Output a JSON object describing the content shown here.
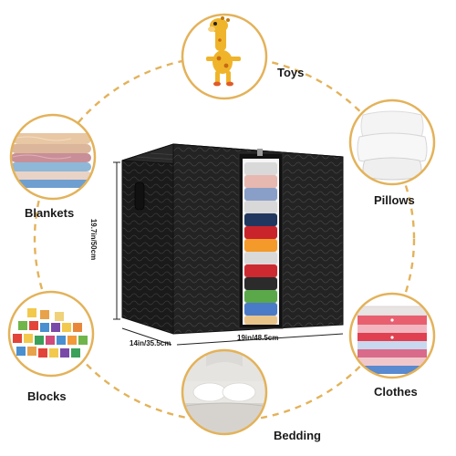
{
  "labels": {
    "toys": "Toys",
    "blankets": "Blankets",
    "pillows": "Pillows",
    "blocks": "Blocks",
    "clothes": "Clothes",
    "bedding": "Bedding"
  },
  "dimensions": {
    "height": "19.7in/50cm",
    "depth": "14in/35.5cm",
    "width": "19in/48.5cm"
  },
  "colors": {
    "ring": "#e3b25a",
    "circle_border": "#e3b25a",
    "bag": "#1e1e1e"
  }
}
